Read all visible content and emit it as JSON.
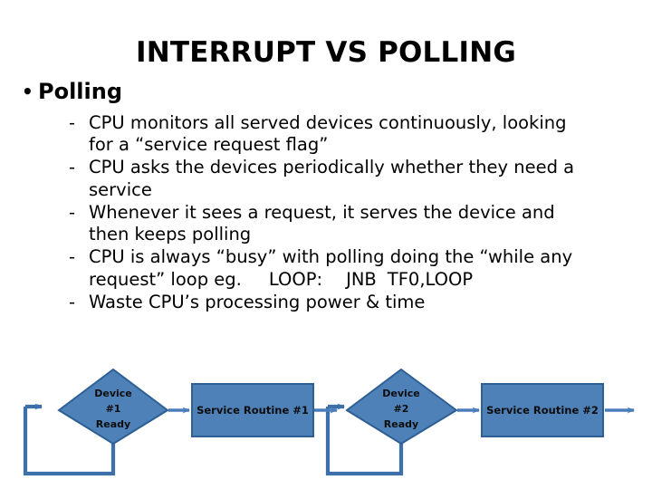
{
  "slide": {
    "title": "INTERRUPT VS POLLING",
    "bullet_glyph": "•",
    "dash_glyph": "-",
    "level1": "Polling",
    "points": [
      "CPU monitors all served devices continuously, looking for a “service request flag”",
      "CPU asks the devices periodically whether they need a service",
      "Whenever it sees a request, it serves the device and then keeps polling",
      "Waste CPU’s processing power & time"
    ],
    "point_code": {
      "prefix": "CPU is always “busy” with polling doing the “while any request” loop eg.",
      "label": "LOOP:",
      "mnemonic": "JNB",
      "operand": "TF0,LOOP"
    }
  },
  "flowchart": {
    "type": "polling-loop",
    "shape_fill": "#4E81B8",
    "shape_stroke": "#2E5F94",
    "connector_color": "#4A7EBB",
    "loop_color": "#3D6FA8",
    "nodes": [
      {
        "id": "device1",
        "shape": "diamond",
        "lines": [
          "Device",
          "#1",
          "Ready"
        ]
      },
      {
        "id": "service1",
        "shape": "rectangle",
        "lines": [
          "Service Routine #1"
        ]
      },
      {
        "id": "device2",
        "shape": "diamond",
        "lines": [
          "Device",
          "#2",
          "Ready"
        ]
      },
      {
        "id": "service2",
        "shape": "rectangle",
        "lines": [
          "Service Routine #2"
        ]
      }
    ],
    "edges": [
      {
        "from": "device1",
        "to": "service1",
        "kind": "arrow"
      },
      {
        "from": "service1",
        "to": "device2",
        "kind": "arrow"
      },
      {
        "from": "device2",
        "to": "service2",
        "kind": "arrow"
      },
      {
        "from": "service2",
        "to": "next",
        "kind": "arrow"
      },
      {
        "from": "device1",
        "to": "device1",
        "kind": "feedback-loop"
      },
      {
        "from": "device2",
        "to": "device2",
        "kind": "feedback-loop"
      }
    ]
  }
}
